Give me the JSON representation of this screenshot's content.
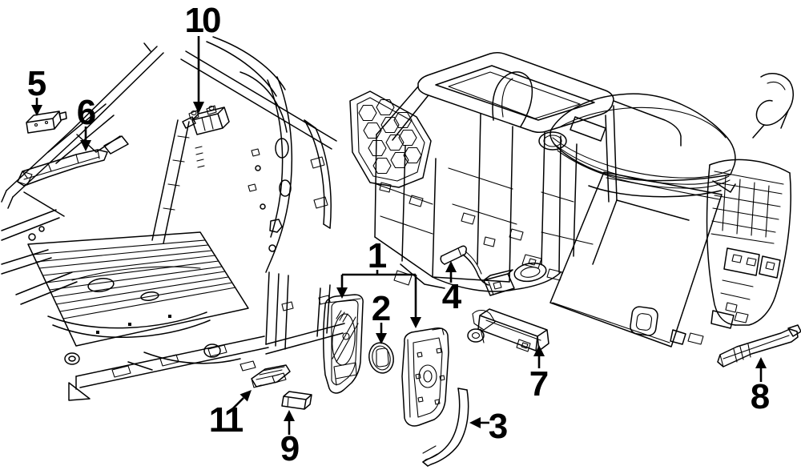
{
  "figure": {
    "type": "exploded-parts-diagram",
    "subject": "rear body floor structure and center console with keyless entry components",
    "background_color": "#ffffff",
    "line_color": "#000000",
    "label_color": "#000000"
  },
  "callouts": [
    {
      "label": "1",
      "target_drawing": "part-1-transmitter-halves"
    },
    {
      "label": "2",
      "target_drawing": "part-2-seal-ring"
    },
    {
      "label": "3",
      "target_drawing": "part-3-curved-bracket"
    },
    {
      "label": "4",
      "target_drawing": "part-4-antenna-cable"
    },
    {
      "label": "5",
      "target_drawing": "part-5-small-module"
    },
    {
      "label": "6",
      "target_drawing": "part-6-long-bracket"
    },
    {
      "label": "7",
      "target_drawing": "part-7-antenna-module"
    },
    {
      "label": "8",
      "target_drawing": "part-8-antenna-bar"
    },
    {
      "label": "9",
      "target_drawing": "part-9-spacer-block"
    },
    {
      "label": "10",
      "target_drawing": "part-10-control-module"
    },
    {
      "label": "11",
      "target_drawing": "part-11-ribbed-bracket"
    }
  ]
}
